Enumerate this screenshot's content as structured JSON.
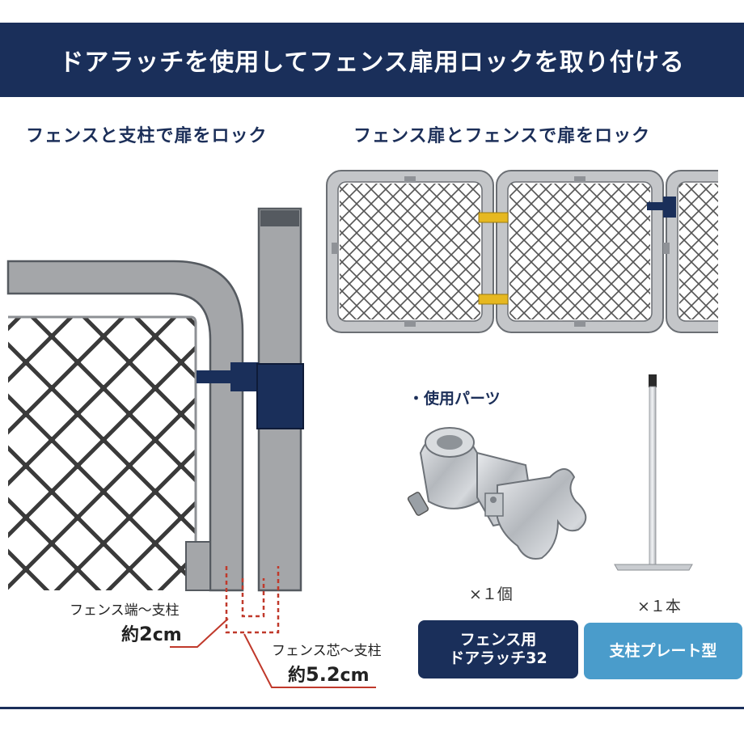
{
  "header": {
    "title": "ドアラッチを使用してフェンス扉用ロックを取り付ける"
  },
  "sections": {
    "left_title": "フェンスと支柱で扉をロック",
    "right_title": "フェンス扉とフェンスで扉をロック"
  },
  "parts": {
    "heading": "・使用パーツ",
    "latch": {
      "qty": "×１個",
      "name_line1": "フェンス用",
      "name_line2": "ドアラッチ32"
    },
    "post": {
      "qty": "×１本",
      "name": "支柱プレート型"
    }
  },
  "measurements": {
    "edge": {
      "label": "フェンス端～支柱",
      "prefix": "約",
      "value": "2",
      "unit": "cm"
    },
    "core": {
      "label": "フェンス芯～支柱",
      "prefix": "約",
      "value": "5.2",
      "unit": "cm"
    }
  },
  "colors": {
    "navy": "#1a2f5a",
    "light_blue": "#4a9ccb",
    "frame_gray": "#a4a6a9",
    "mesh_dark": "#3a3a3a",
    "latch_yellow": "#e6b820",
    "dashed_red": "#c0392b"
  }
}
